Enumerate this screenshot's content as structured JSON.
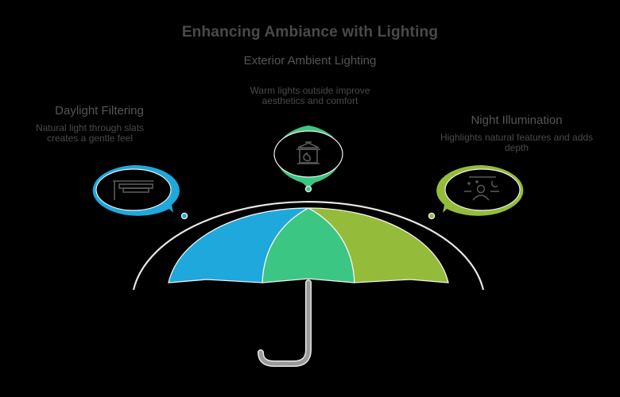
{
  "title": "Enhancing Ambiance with Lighting",
  "colors": {
    "blue": "#1ea8dc",
    "teal": "#3cc683",
    "green": "#94bc3a",
    "arc": "#e6e6e6",
    "handle": "#9a9a9a",
    "text": "#555555"
  },
  "items": [
    {
      "title": "Daylight Filtering",
      "description": "Natural light through slats creates a gentle feel",
      "icon": "window-blinds-icon",
      "color": "#1ea8dc"
    },
    {
      "title": "Exterior Ambient Lighting",
      "description": "Warm lights outside improve aesthetics and comfort",
      "icon": "lantern-icon",
      "color": "#3cc683"
    },
    {
      "title": "Night Illumination",
      "description": "Highlights natural features and adds depth",
      "icon": "night-sky-person-icon",
      "color": "#94bc3a"
    }
  ]
}
